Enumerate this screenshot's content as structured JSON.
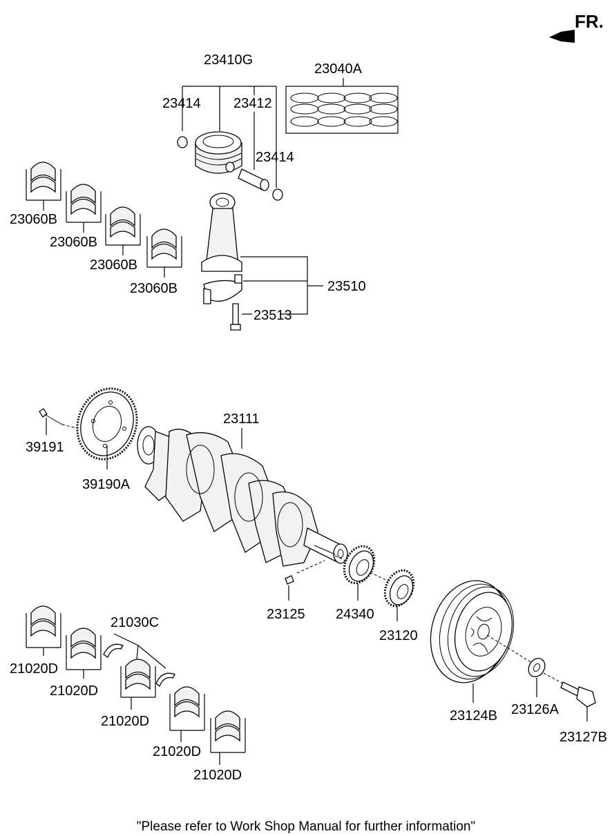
{
  "orientation": {
    "label": "FR.",
    "icon": "arrow-left-icon"
  },
  "labels": {
    "piston_assy": "23410G",
    "snap_ring_left": "23414",
    "piston_pin": "23412",
    "snap_ring_right": "23414",
    "ring_set": "23040A",
    "bearing_upper_1": "23060B",
    "bearing_upper_2": "23060B",
    "bearing_upper_3": "23060B",
    "bearing_upper_4": "23060B",
    "conrod_assy": "23510",
    "conrod_bolt": "23513",
    "crankshaft": "23111",
    "drive_plate_bolt": "39191",
    "drive_plate": "39190A",
    "key": "23125",
    "sprocket": "24340",
    "gear": "23120",
    "damper_pulley": "23124B",
    "washer": "23126A",
    "pulley_bolt": "23127B",
    "thrust_washer": "21030C",
    "main_bearing_1": "21020D",
    "main_bearing_2": "21020D",
    "main_bearing_3": "21020D",
    "main_bearing_4": "21020D",
    "main_bearing_5": "21020D"
  },
  "footer_note": "\"Please refer to Work Shop Manual for further information\""
}
